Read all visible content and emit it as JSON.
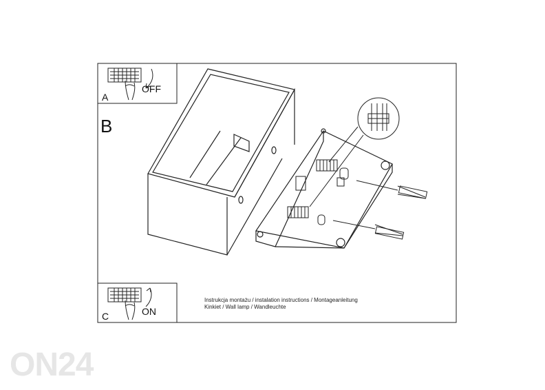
{
  "panels": {
    "a": {
      "letter": "A",
      "state": "OFF"
    },
    "b": {
      "letter": "B"
    },
    "c": {
      "letter": "C",
      "state": "ON"
    }
  },
  "caption": {
    "line1": "Instrukcja montażu / instalation instructions / Montageanleitung",
    "line2": "Kinkiet / Wall lamp / Wandleuchte"
  },
  "watermark": "ON24",
  "colors": {
    "line": "#222222",
    "frame": "#333333",
    "watermark": "#e6e6e6"
  }
}
